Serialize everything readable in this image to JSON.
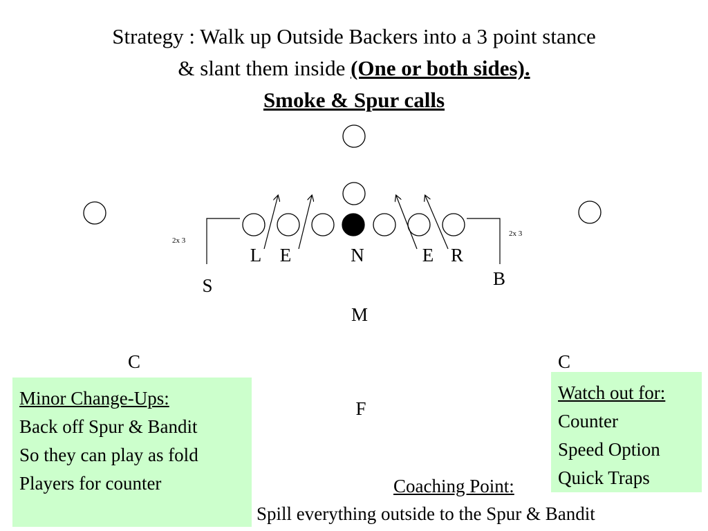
{
  "title": {
    "line1": "Strategy : Walk up Outside Backers into a 3 point stance",
    "line2_plain": "& slant them inside ",
    "line2_bold": "(One or both sides).",
    "line3": "Smoke & Spur calls"
  },
  "labels": {
    "L": "L",
    "E_left": "E",
    "N": "N",
    "E_right": "E",
    "R": "R",
    "S": "S",
    "B": "B",
    "M": "M",
    "C_left": "C",
    "C_right": "C",
    "F": "F",
    "split_left": "2x 3",
    "split_right": "2x 3"
  },
  "left_box": {
    "heading": "Minor Change-Ups:",
    "lines": [
      "Back off Spur & Bandit",
      "So they can play as fold",
      "Players for counter"
    ]
  },
  "right_box": {
    "heading": "Watch out for:",
    "lines": [
      "Counter",
      "Speed Option",
      "Quick Traps"
    ]
  },
  "coaching": {
    "heading": "Coaching Point:",
    "text": "Spill everything outside to the Spur & Bandit"
  },
  "colors": {
    "box_fill": "#ccffcc",
    "line": "#000000",
    "center_fill": "#000000"
  }
}
